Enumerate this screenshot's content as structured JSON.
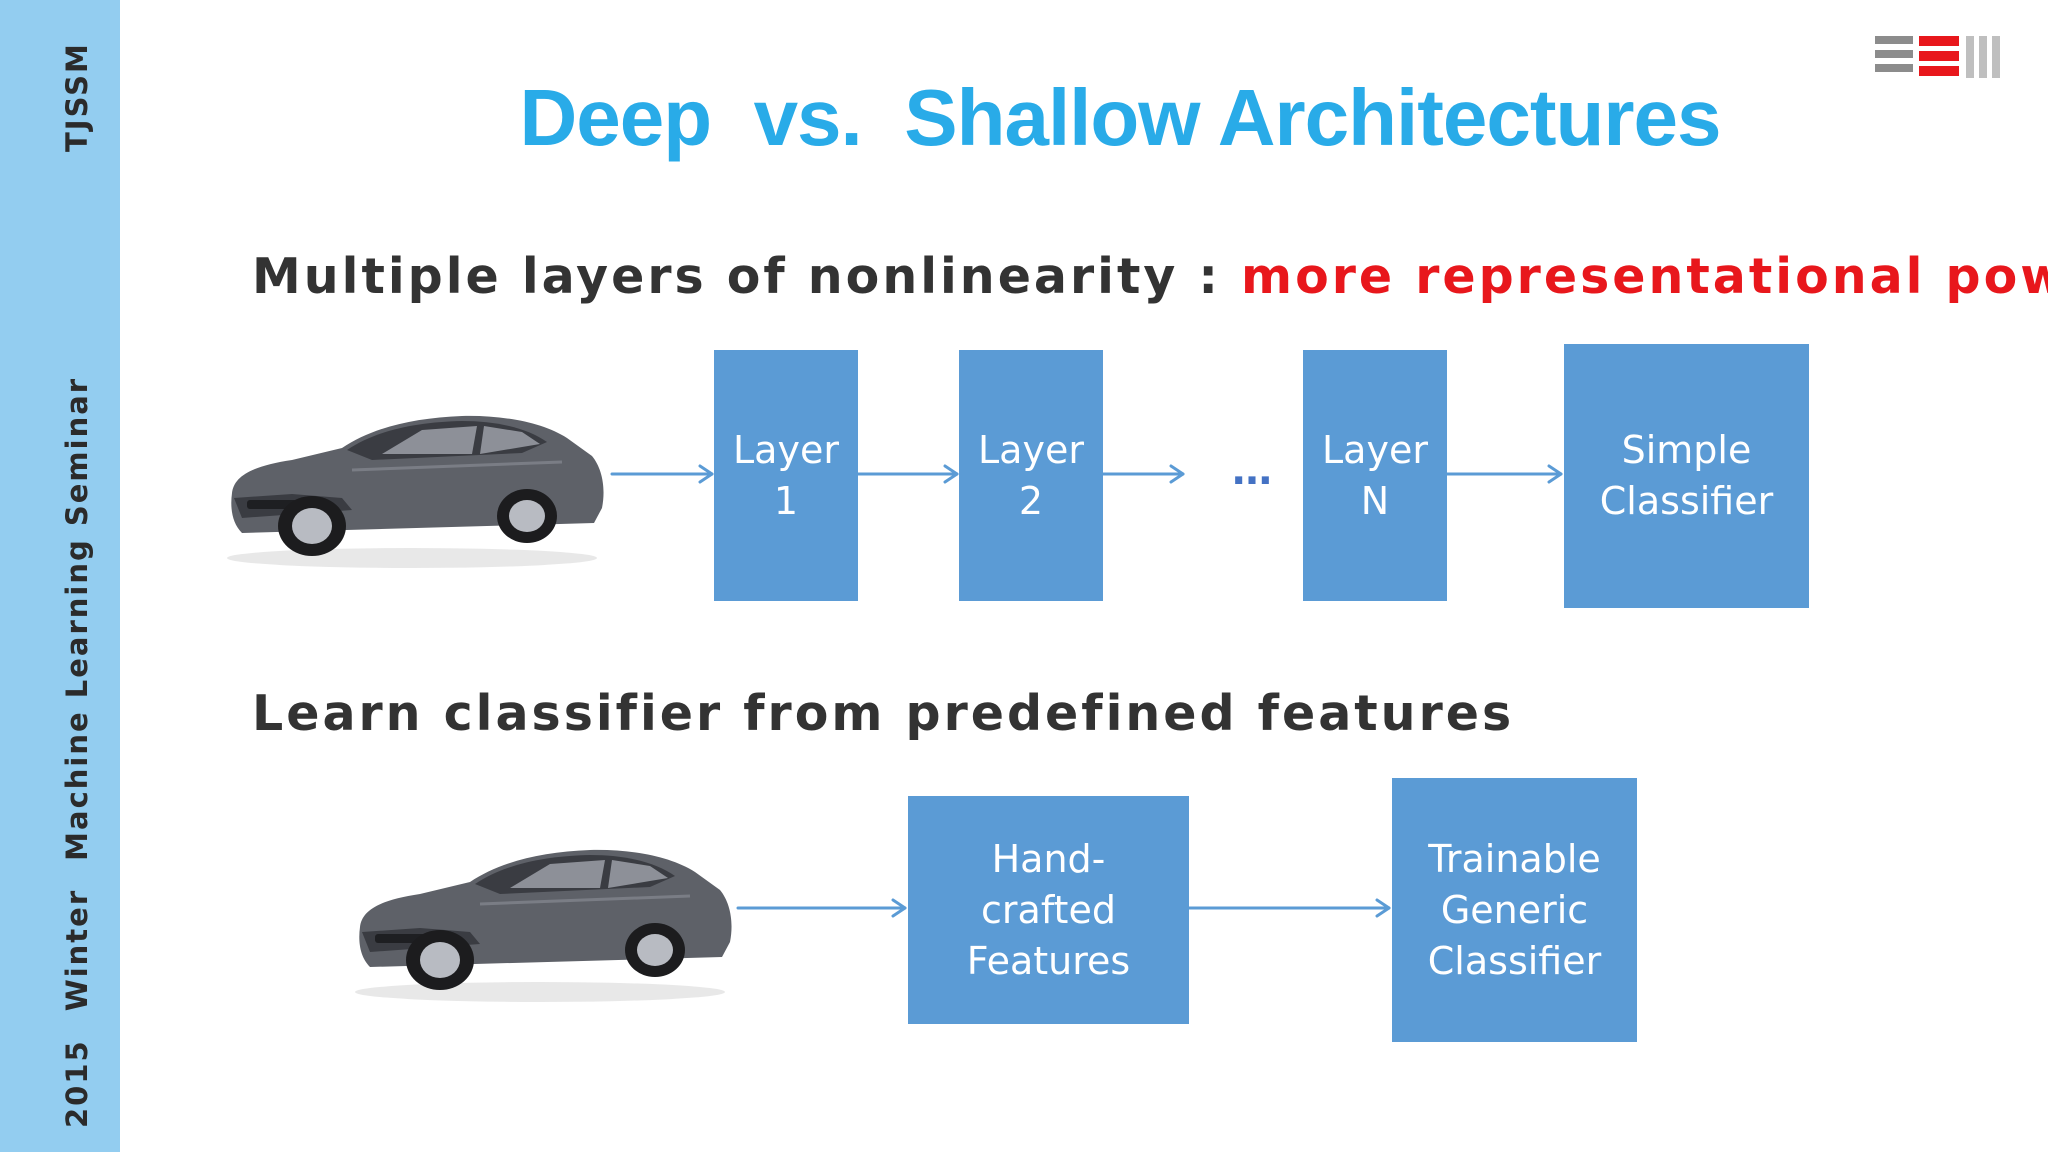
{
  "sidebar": {
    "top_label": "TJSSM",
    "bottom_year": "2015",
    "bottom_season": "Winter",
    "bottom_title": "Machine Learning Seminar",
    "background": "#93cdf0"
  },
  "logo": {
    "icon": "bar-logo-icon"
  },
  "slide": {
    "title": "Deep  vs.  Shallow Architectures",
    "title_color": "#29abe8",
    "deep": {
      "heading": "Multiple layers of nonlinearity : ",
      "heading_accent": "more representational power",
      "accent_color": "#e8171c",
      "boxes": [
        "Layer\n1",
        "Layer\n2",
        "Layer\nN",
        "Simple\nClassifier"
      ],
      "ellipsis": "…"
    },
    "shallow": {
      "heading": "Learn classifier from predefined features",
      "boxes": [
        "Hand-\ncrafted\nFeatures",
        "Trainable\nGeneric\nClassifier"
      ]
    },
    "box_color": "#5b9bd5",
    "arrow_color": "#5b9bd5"
  }
}
